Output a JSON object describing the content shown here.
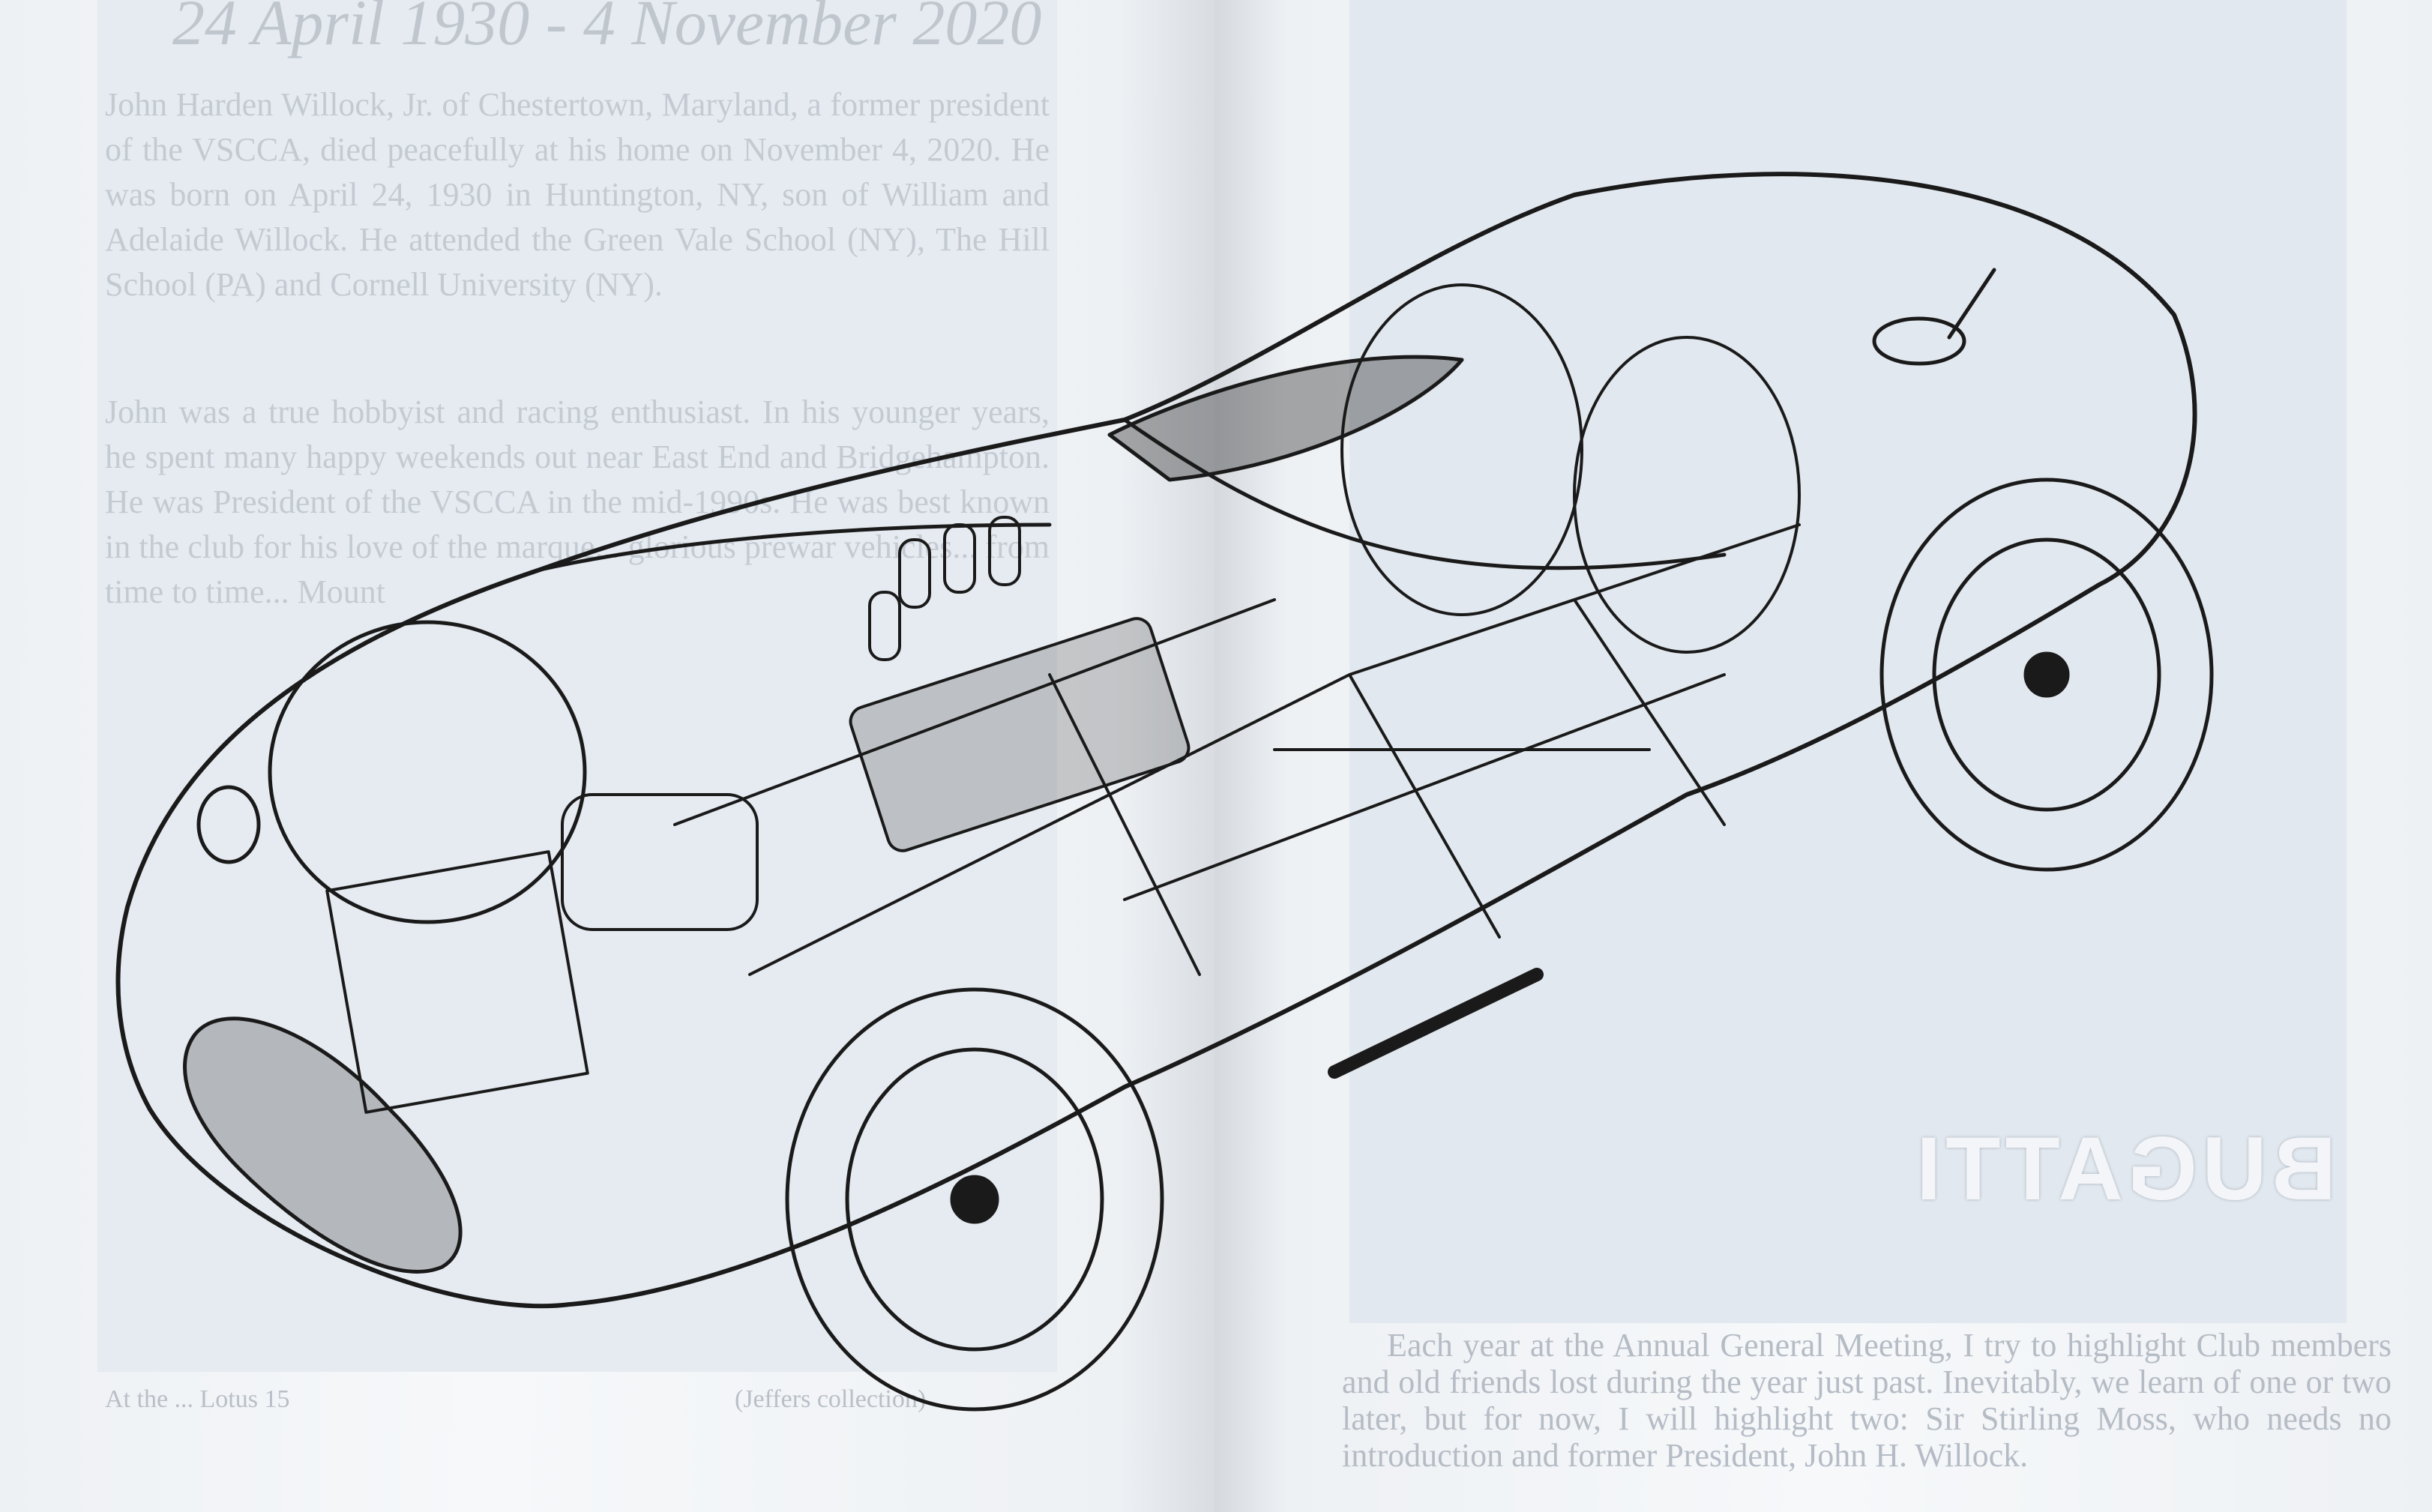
{
  "left_page": {
    "title": "24 April 1930 - 4 November 2020",
    "paragraph_1": "John Harden Willock, Jr. of Chestertown, Maryland, a former president of the VSCCA, died peacefully at his home on November 4, 2020. He was born on April 24, 1930 in Huntington, NY, son of William and Adelaide Willock. He attended the Green Vale School (NY), The Hill School (PA) and Cornell University (NY).",
    "paragraph_2": "John was a true hobbyist and racing enthusiast. In his younger years, he spent many happy weekends out near East End and Bridgehampton. He was President of the VSCCA in the mid-1990s. He was best known in the club for his love of the marque... glorious prewar vehicles... from time to time... Mount",
    "caption": "At the ... Lotus 15",
    "caption_credit": "(Jeffers collection)"
  },
  "right_page": {
    "logo_text": "BUGATTI",
    "paragraph": "Each year at the Annual General Meeting, I try to highlight Club members and old friends lost during the year just past. Inevitably, we learn of one or two later, but for now, I will highlight two: Sir Stirling Moss, who needs no introduction and former President, John H. Willock."
  },
  "colors": {
    "paper": "#f4f6f8",
    "photo_tint": "#e2e8ef",
    "ink": "#1a1a1a"
  }
}
